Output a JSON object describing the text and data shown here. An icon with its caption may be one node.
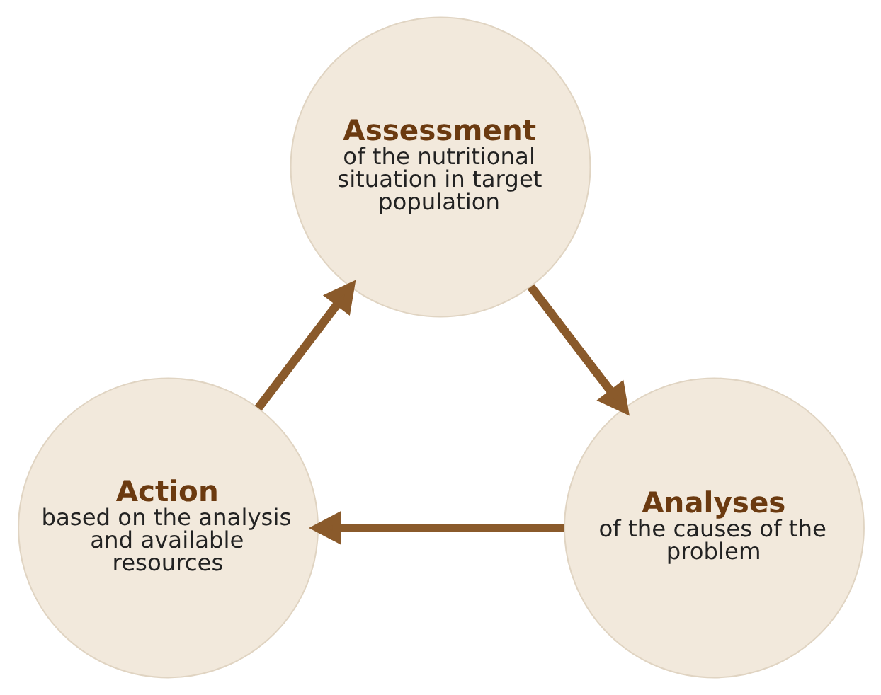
{
  "diagram": {
    "nodes": [
      {
        "text": [
          "Assessment",
          "of the nutritional situation in target population"
        ]
      },
      {
        "text": [
          "Analyses",
          "of the causes of the problem"
        ]
      },
      {
        "text": [
          "Action",
          "based on the analysis and available resources"
        ]
      }
    ],
    "edges": [
      {
        "from": 0,
        "to": 1,
        "arrow": "to"
      },
      {
        "from": 1,
        "to": 2,
        "arrow": "to"
      },
      {
        "from": 2,
        "to": 0,
        "arrow": "to"
      }
    ]
  }
}
